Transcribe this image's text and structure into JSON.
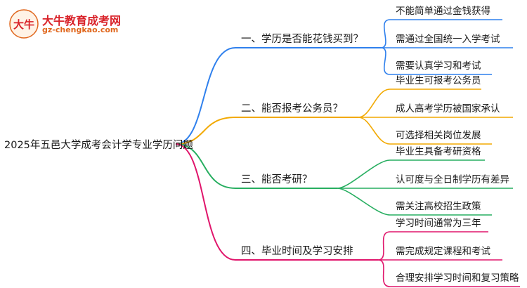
{
  "logo": {
    "title": "大牛教育成考网",
    "url": "gz-chengkao.com",
    "mark_text": "大牛"
  },
  "root": {
    "label": "2025年五邑大学成考会计学专业学历问题"
  },
  "branches": [
    {
      "label": "一、学历是否能花钱买到？",
      "color": "#2f80ed",
      "leaves": [
        "不能简单通过金钱获得",
        "需通过全国统一入学考试",
        "需要认真学习和考试"
      ]
    },
    {
      "label": "二、能否报考公务员？",
      "color": "#f2a900",
      "leaves": [
        "毕业生可报考公务员",
        "成人高考学历被国家承认",
        "可选择相关岗位发展"
      ]
    },
    {
      "label": "三、能否考研？",
      "color": "#27ae60",
      "leaves": [
        "毕业生具备考研资格",
        "认可度与全日制学历有差异",
        "需关注高校招生政策"
      ]
    },
    {
      "label": "四、毕业时间及学习安排",
      "color": "#e0156b",
      "leaves": [
        "学习时间通常为三年",
        "需完成规定课程和考试",
        "合理安排学习时间和复习策略"
      ]
    }
  ]
}
